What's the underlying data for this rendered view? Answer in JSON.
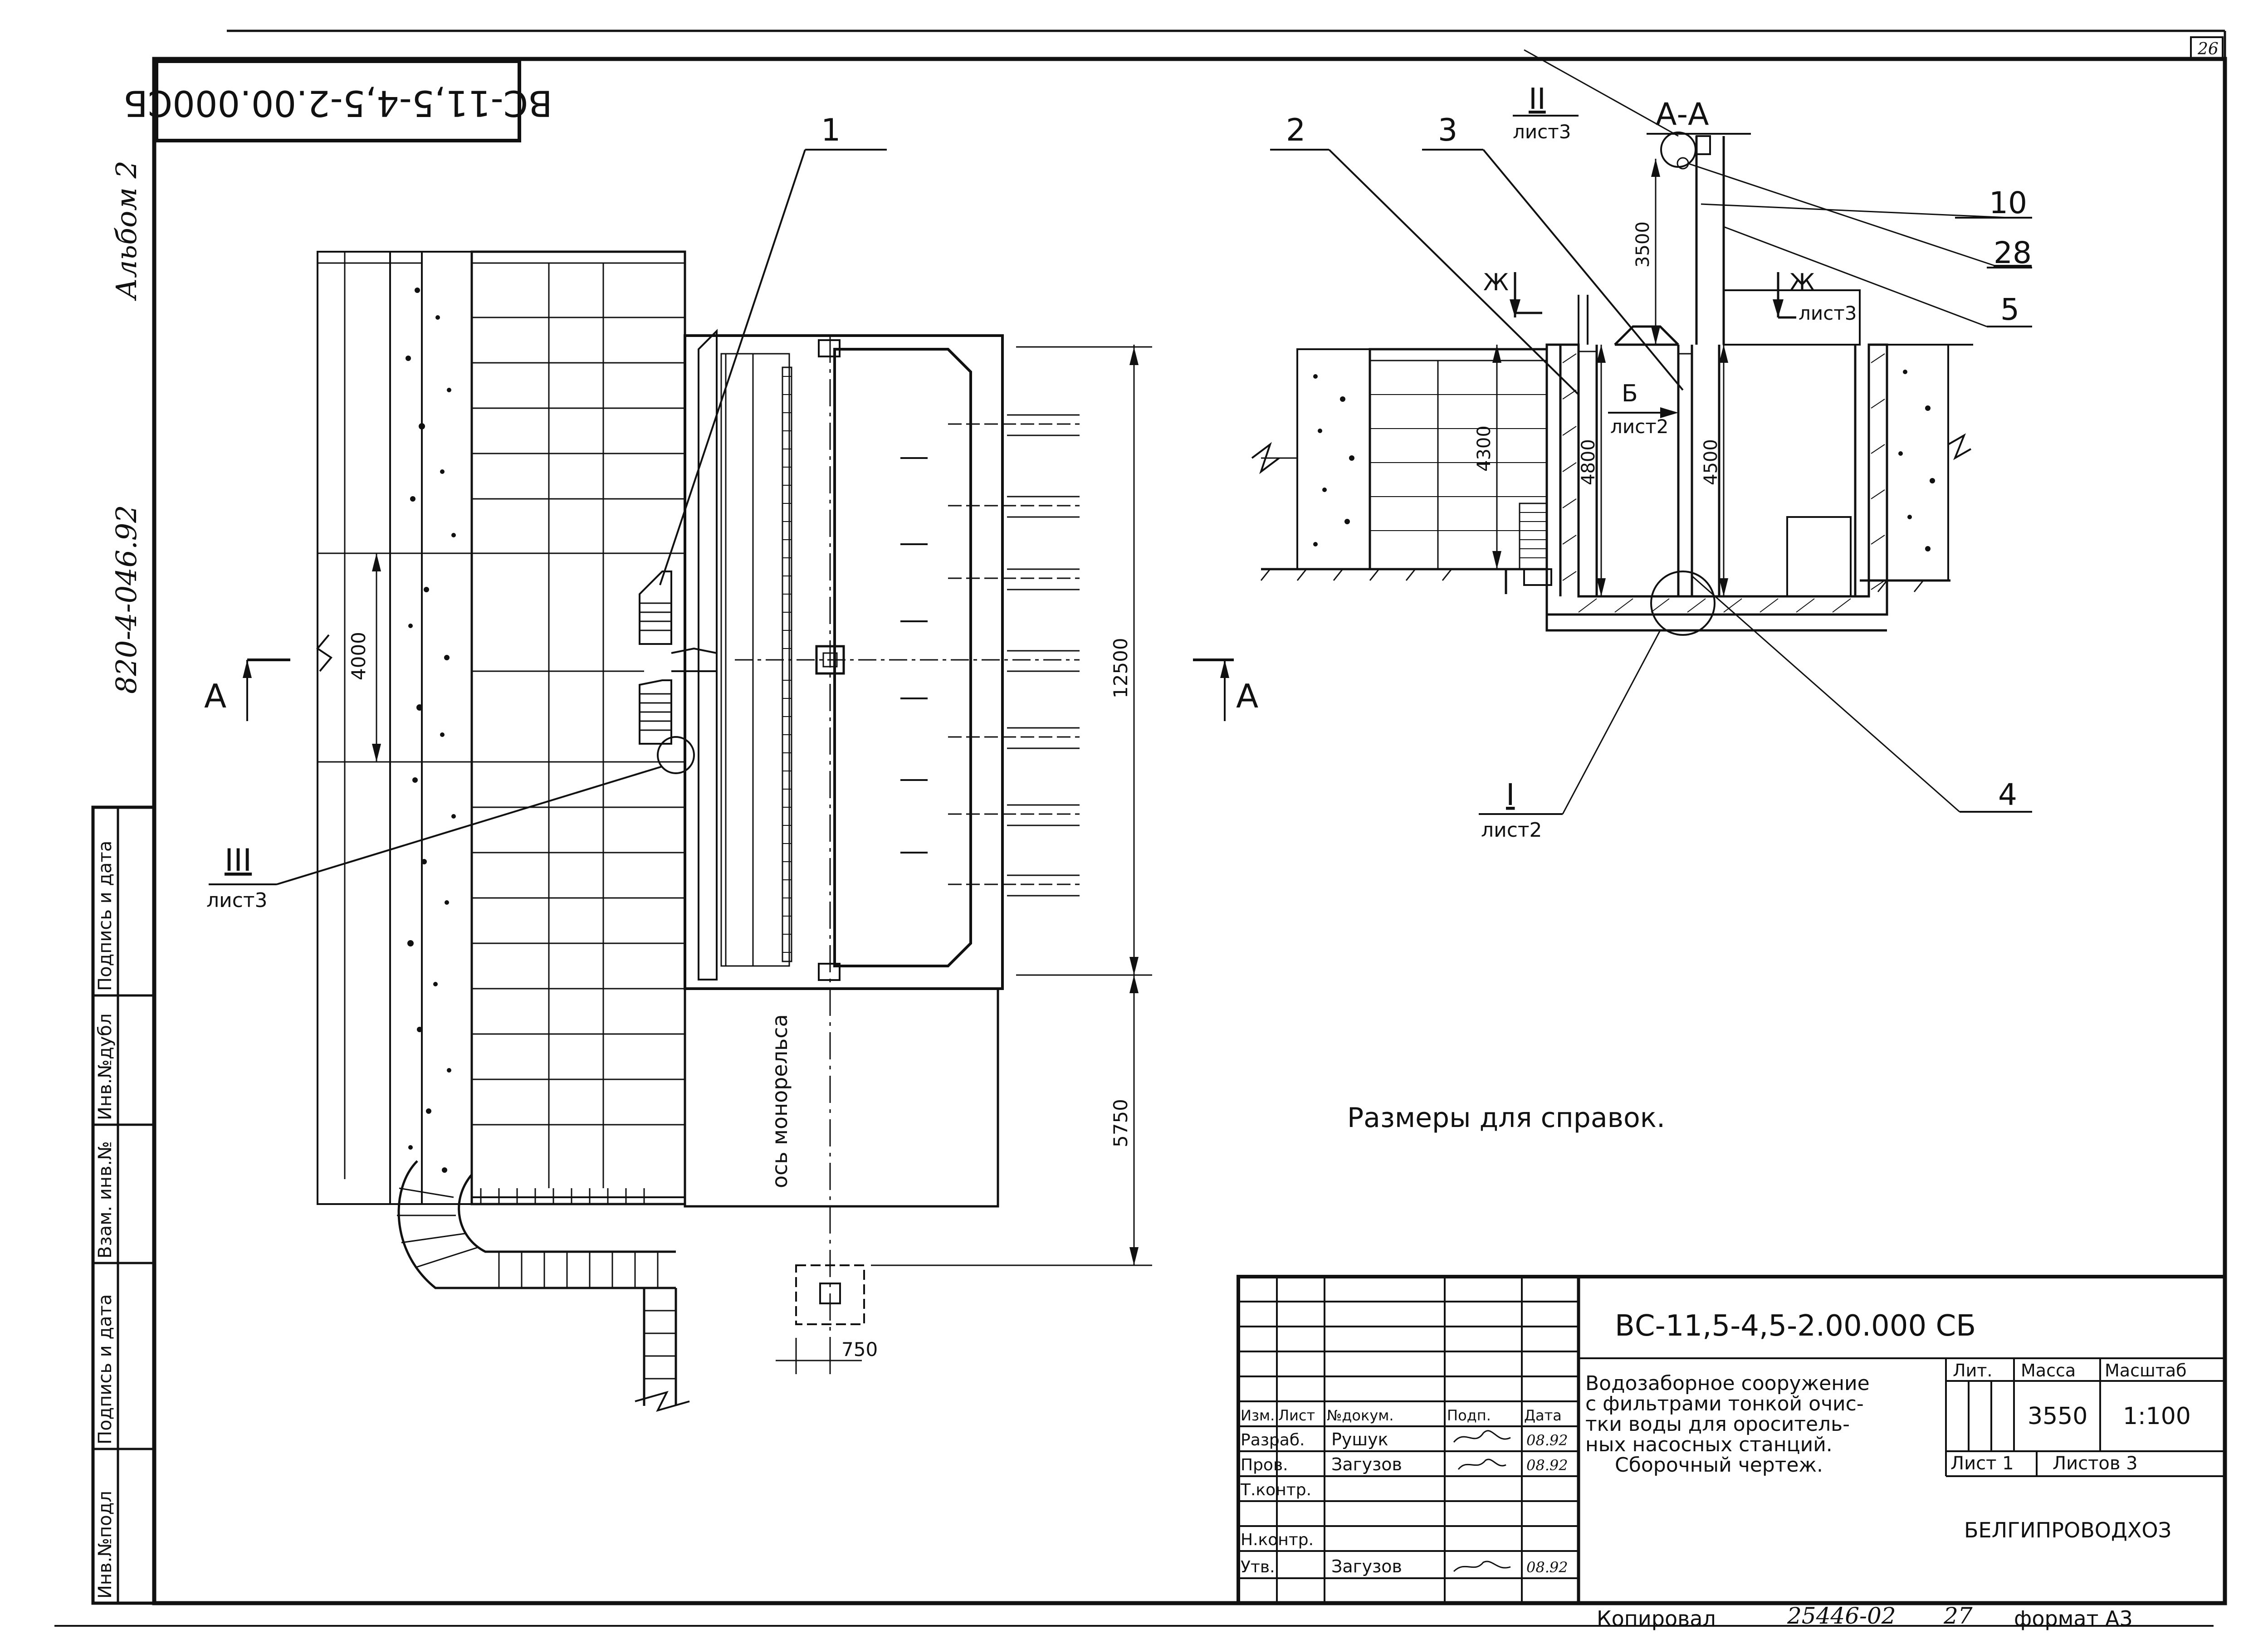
{
  "sheet": {
    "page_number": "26",
    "stamp_rotated": "ВС-11,5-4,5-2.00.000СБ",
    "album": "Альбом 2",
    "catalog_number": "820-4-046.92",
    "note": "Размеры для справок.",
    "copied_by": "Копировал",
    "copy_number": "25446-02",
    "copy_sheet": "27",
    "format": "формат А3"
  },
  "side_stamp": [
    "Инв.№подл",
    "Подпись и дата",
    "Взам. инв.№",
    "Инв.№дубл",
    "Подпись и дата"
  ],
  "plan": {
    "dim_4000": "4000",
    "dim_12500": "12500",
    "dim_5750": "5750",
    "dim_750": "750",
    "axis_label": "ось монорельса",
    "section_mark": "А",
    "callout_1": "1",
    "callout_III": "III",
    "callout_III_sheet": "лист3"
  },
  "section": {
    "title": "А-А",
    "callout_2": "2",
    "callout_3": "3",
    "callout_4": "4",
    "callout_5": "5",
    "callout_10": "10",
    "callout_28": "28",
    "callout_II": "II",
    "callout_II_sheet": "лист3",
    "callout_I": "I",
    "callout_I_sheet": "лист2",
    "view_B": "Б",
    "view_B_sheet": "лист2",
    "cut_Zh": "Ж",
    "cut_Zh_sheet": "лист3",
    "dim_3500": "3500",
    "dim_4300": "4300",
    "dim_4800": "4800",
    "dim_4500": "4500"
  },
  "title_block": {
    "code": "ВС-11,5-4,5-2.00.000 СБ",
    "description": [
      "Водозаборное сооружение",
      "с фильтрами тонкой очис-",
      "тки воды для ороситель-",
      "ных насосных станций.",
      "Сборочный чертеж."
    ],
    "col_headers": [
      "Изм.",
      "Лист",
      "№докум.",
      "Подп.",
      "Дата"
    ],
    "rows": [
      {
        "role": "Разраб.",
        "name": "Рушук",
        "date": "08.92"
      },
      {
        "role": "Пров.",
        "name": "Загузов",
        "date": "08.92"
      },
      {
        "role": "Т.контр.",
        "name": "",
        "date": ""
      },
      {
        "role": "",
        "name": "",
        "date": ""
      },
      {
        "role": "Н.контр.",
        "name": "",
        "date": ""
      },
      {
        "role": "Утв.",
        "name": "Загузов",
        "date": "08.92"
      }
    ],
    "lit_label": "Лит.",
    "mass_label": "Масса",
    "scale_label": "Масштаб",
    "mass": "3550",
    "scale": "1:100",
    "sheet_label": "Лист 1",
    "sheets_label": "Листов 3",
    "org": "БЕЛГИПРОВОДХОЗ"
  }
}
